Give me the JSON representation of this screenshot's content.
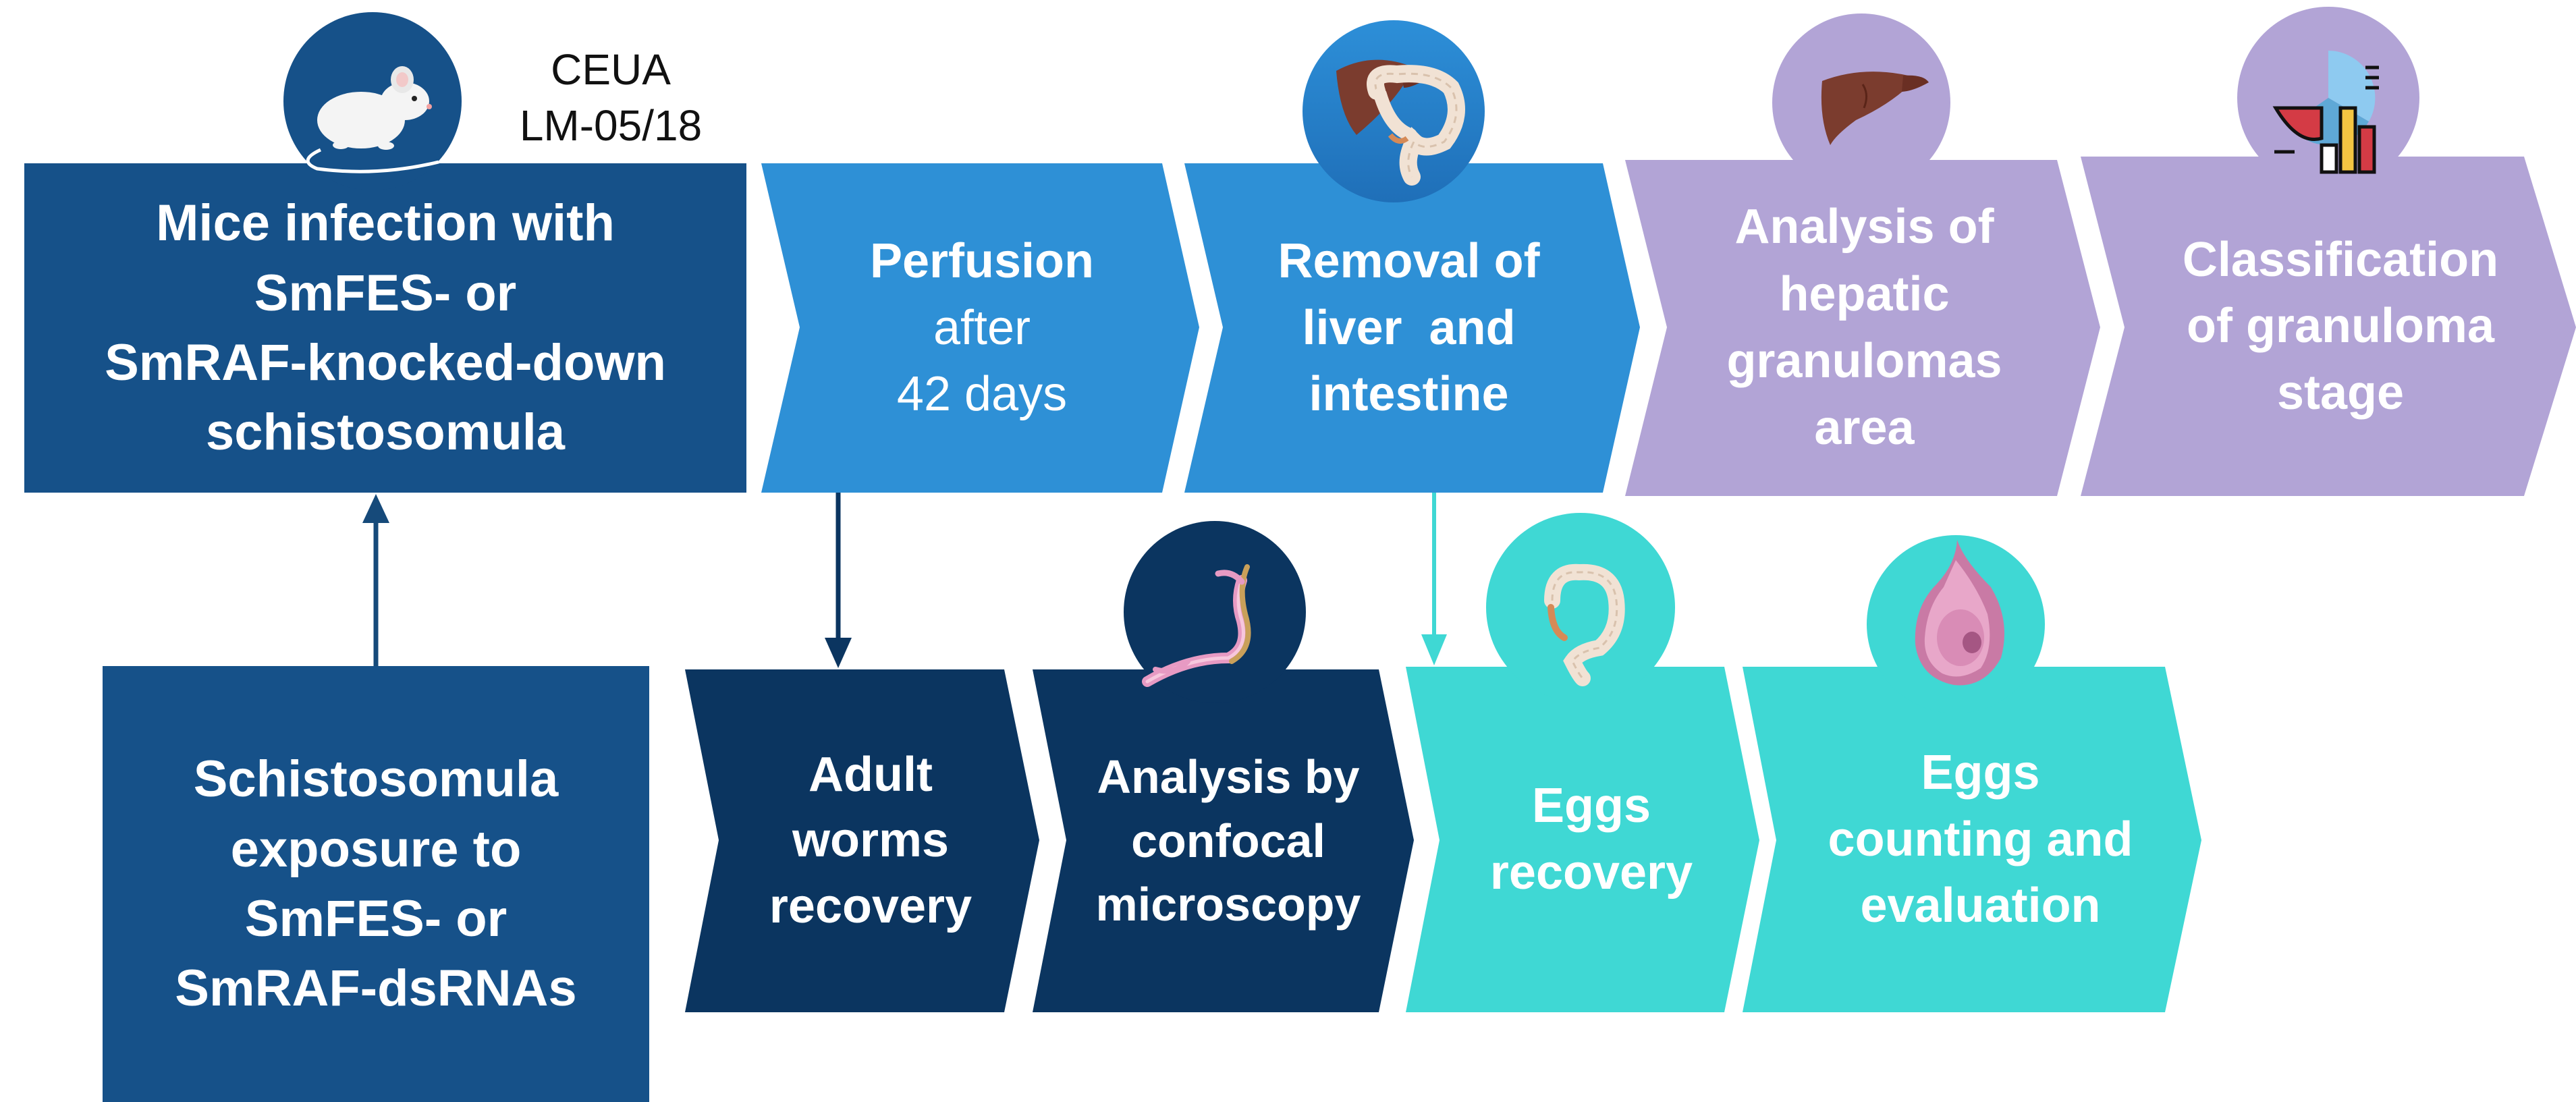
{
  "colors": {
    "dark_blue": "#165189",
    "navy": "#0b3560",
    "mid_blue": "#2e90d6",
    "lavender": "#b2a4d6",
    "teal": "#3fd8d4",
    "arrow_dark": "#164a7a",
    "arrow_teal": "#3fd8d4",
    "white": "#ffffff"
  },
  "ceua": {
    "line1": "CEUA",
    "line2": "LM-05/18"
  },
  "steps": {
    "mice_infection": {
      "lines": [
        "Mice infection with",
        "SmFES- or",
        "SmRAF-knocked-down",
        "schistosomula"
      ],
      "icon": "mouse-icon"
    },
    "perfusion": {
      "title": "Perfusion",
      "lines": [
        "after",
        "42 days"
      ]
    },
    "removal": {
      "lines": [
        "Removal of",
        "liver  and",
        "intestine"
      ],
      "icon": "liver-intestine-icon"
    },
    "hepatic_analysis": {
      "lines": [
        "Analysis of",
        "hepatic",
        "granulomas",
        "area"
      ],
      "icon": "liver-icon"
    },
    "classification": {
      "lines": [
        "Classification",
        "of granuloma",
        "stage"
      ],
      "icon": "chart-icon"
    },
    "exposure": {
      "lines": [
        "Schistosomula",
        "exposure to",
        "SmFES- or",
        "SmRAF-dsRNAs"
      ]
    },
    "adult_worms": {
      "lines": [
        "Adult",
        "worms",
        "recovery"
      ]
    },
    "confocal": {
      "lines": [
        "Analysis by",
        "confocal",
        "microscopy"
      ],
      "icon": "worm-icon"
    },
    "eggs_recovery": {
      "lines": [
        "Eggs",
        "recovery"
      ],
      "icon": "intestine-icon"
    },
    "eggs_counting": {
      "lines": [
        "Eggs",
        "counting and",
        "evaluation"
      ],
      "icon": "egg-icon"
    }
  }
}
